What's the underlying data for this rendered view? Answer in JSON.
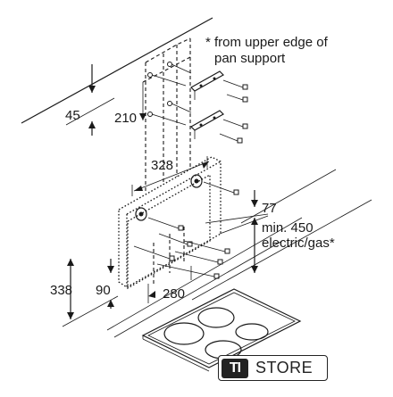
{
  "diagram": {
    "note_line1": "* from upper edge of",
    "note_line2": "pan support",
    "dim_45": "45",
    "dim_210": "210",
    "dim_328": "328",
    "dim_77": "77",
    "min_line1": "min. 450",
    "min_line2": "electric/gas*",
    "dim_338": "338",
    "dim_90": "90",
    "dim_280": "280"
  },
  "logo": {
    "mark": "TI",
    "word": "STORE"
  }
}
